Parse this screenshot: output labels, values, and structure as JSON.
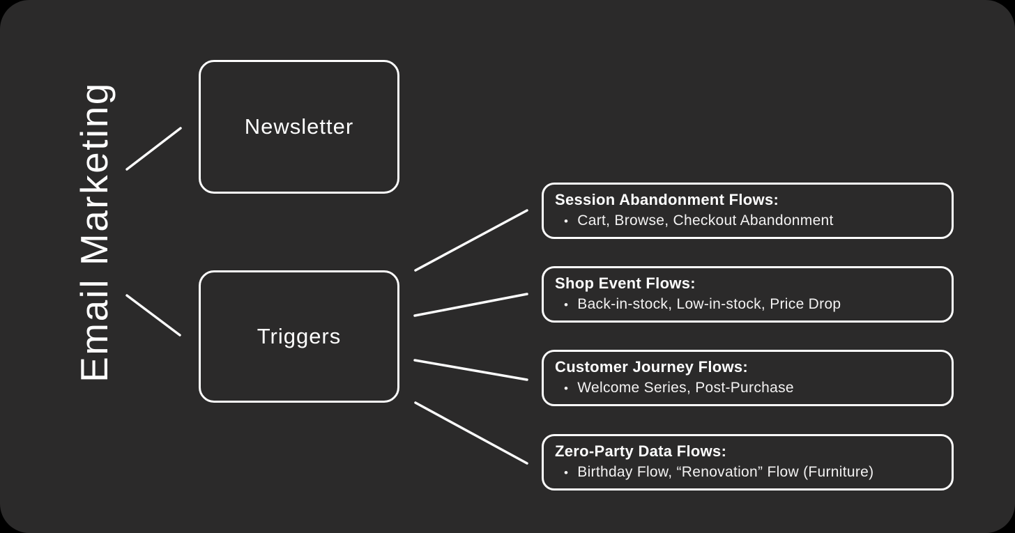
{
  "diagram": {
    "root": {
      "label": "Email Marketing"
    },
    "nodes": [
      {
        "id": "newsletter",
        "label": "Newsletter"
      },
      {
        "id": "triggers",
        "label": "Triggers"
      }
    ],
    "flows": [
      {
        "id": "session-abandonment-flows",
        "title": "Session Abandonment Flows:",
        "bullet": "Cart, Browse, Checkout Abandonment"
      },
      {
        "id": "shop-event-flows",
        "title": "Shop Event Flows:",
        "bullet": "Back-in-stock, Low-in-stock, Price Drop"
      },
      {
        "id": "customer-journey-flows",
        "title": "Customer Journey Flows:",
        "bullet": "Welcome Series, Post-Purchase"
      },
      {
        "id": "zero-party-data-flows",
        "title": "Zero-Party Data Flows:",
        "bullet": "Birthday Flow, “Renovation” Flow (Furniture)"
      }
    ],
    "bullet_char": "•",
    "connections": [
      {
        "from": "email-marketing",
        "to": "newsletter"
      },
      {
        "from": "email-marketing",
        "to": "triggers"
      },
      {
        "from": "triggers",
        "to": "session-abandonment-flows"
      },
      {
        "from": "triggers",
        "to": "shop-event-flows"
      },
      {
        "from": "triggers",
        "to": "customer-journey-flows"
      },
      {
        "from": "triggers",
        "to": "zero-party-data-flows"
      }
    ],
    "colors": {
      "page_background": "#000000",
      "panel_background": "#2b2a2a",
      "line": "#fcfcfc",
      "text": "#fdfdfd"
    }
  }
}
